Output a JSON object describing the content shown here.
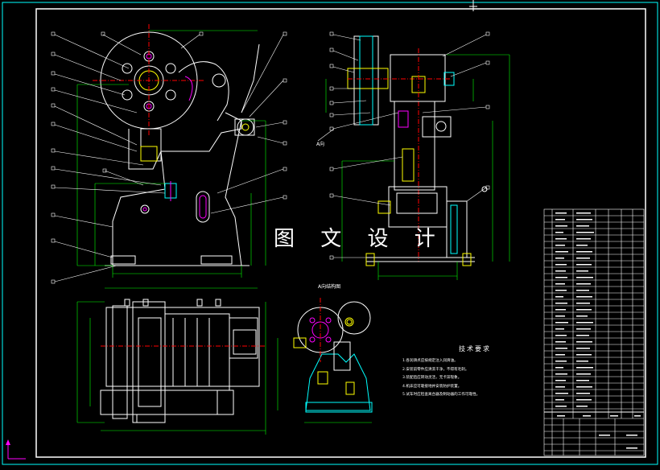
{
  "drawing": {
    "watermark": "图 文 设 计",
    "view_a_title": "A向",
    "view_a_structure_title": "A向结构图",
    "technical_requirements": {
      "title": "技术要求",
      "items": [
        "1.各润滑点应按规定注入润滑油。",
        "2.安装前零件应清洗干净，不得有毛刺。",
        "3.装配后应转动灵活，无卡滞现象。",
        "4.机床应可靠接地并安装防护装置。",
        "5.试车时应检查离合器及制动器的工作可靠性。"
      ]
    },
    "colors": {
      "background": "#000000",
      "border": "#ffffff",
      "outline": "#ffffff",
      "dimension": "#00ff00",
      "center_line": "#ff0000",
      "cyan_part": "#00ffff",
      "magenta_part": "#ff00ff",
      "yellow_part": "#ffff00"
    }
  }
}
